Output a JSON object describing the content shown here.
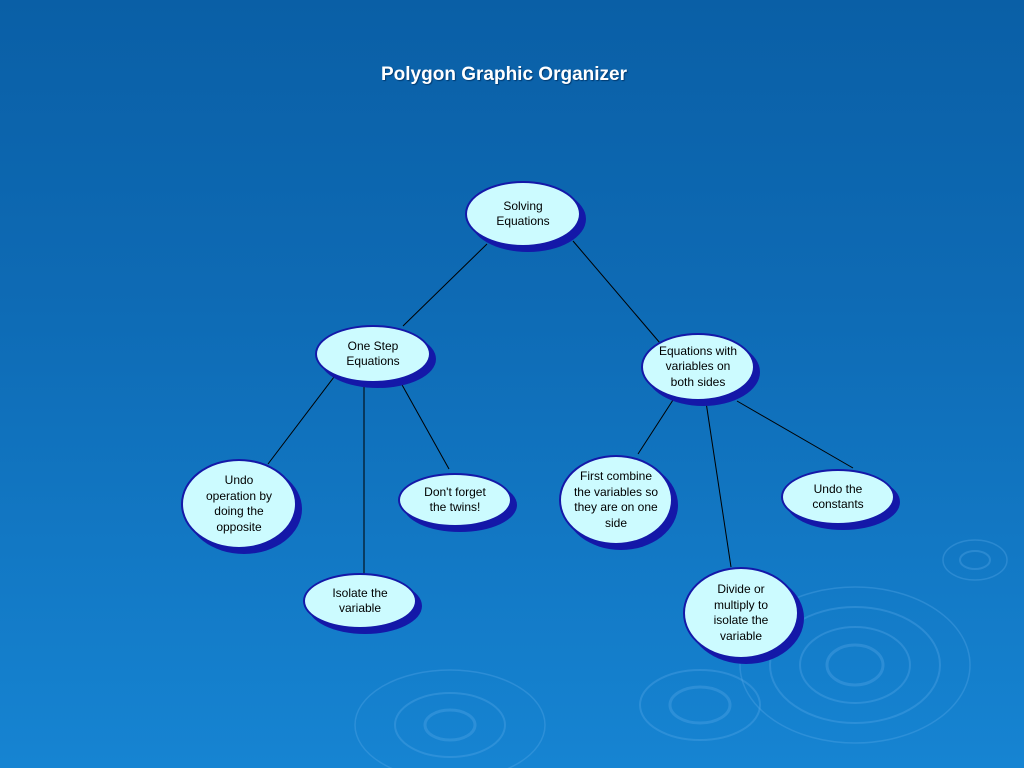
{
  "slide": {
    "title": "Polygon Graphic Organizer"
  },
  "nodes": {
    "root": "Solving Equations",
    "one_step": "One Step Equations",
    "both_sides": "Equations with variables on both sides",
    "undo_operation": "Undo operation by doing the opposite",
    "twins": "Don't forget the twins!",
    "isolate": "Isolate the variable",
    "combine": "First combine the variables so they are on one side",
    "undo_constants": "Undo the constants",
    "divide_multiply": "Divide or multiply to isolate the variable"
  },
  "colors": {
    "background_top": "#0a5fa6",
    "background_bottom": "#1684d2",
    "node_fill": "#ccfbff",
    "node_border": "#1418a8",
    "connector": "#000000"
  }
}
